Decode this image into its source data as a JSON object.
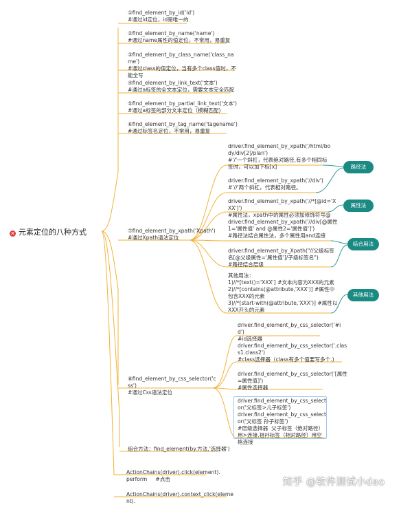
{
  "root": "元素定位的八种方式",
  "root_icon": "close-icon",
  "n1": "①find_element_by_id('id')\n#通过id定位，id是唯一的",
  "n2": "②find_element_by_name('name')\n#通过name属性的值定位，不常用，易重复",
  "n3": "③find_element_by_class_name('class_name')\n#通过class的值定位，当有多个class值时，不能全写",
  "n4": "④find_element_by_link_text('文本')\n#通过a标签的全文本定位，需要文本完全匹配",
  "n5": "⑤find_element_by_partial_link_text('文本')\n#通过a标签的部分文本定位（模糊匹配)",
  "n6": "⑥find_element_by_tag_name('tagename')\n#通过标签名定位，不常用，易重复",
  "n7": "⑦find_element_by_xpath('Xpath')\n#通过Xpath语法定位",
  "n8": "⑧find_element_by_css_selector('css')\n#通过Css语法定位",
  "combo": "组合方法：find_element(by.方法,'选择器')",
  "x1": "driver.find_element_by_xpath('/html/body/div[2]/plan')\n#'/'一个斜杠，代表绝对路径,有多个相同标签时，可以加下标[x]",
  "x2": "driver.find_element_by_xpath('//div')\n#'//'两个斜杠，代表相对路径。",
  "x3": "driver.find_element_by_xpath('//*[@id='XXX']')\n#属性法，xpath中的属性必须加修饰符号@",
  "x4": "driver.find_element_by_xpath('//div[@属性1='属性值' and @属性2='属性值']')\n#路径法结合属性法，多个属性用and连接",
  "x5": "driver.find_element_by_Xpath(\"//父级标签名[@父级属性='属性值']/子级标签名\")\n#路径结合层级",
  "x6": "其他用法：\n1)//*[text()='XXX'] #文本内容为XXX的元素\n2)//*[contains(@attribute,'XXX')] #属性中包含XXX的元素\n3)//*[start-with(@attribute,'XXX')] #属性以XXX开头的元素",
  "tags": [
    "路径法",
    "属性法",
    "结合用法",
    "其他用法"
  ],
  "c1": "driver.find_element_by_css_selector('#id')\n#id选择器",
  "c2": "driver.find_element_by_css_selector('.class1.class2')\n#class选择器（class有多个值要写多个.)",
  "c3": "driver.find_element_by_css_selector('[属性=属性值]')\n#属性选择器",
  "c4": "driver.find_element_by_css_selector('父标签>儿子标签')\ndriver.find_element_by_css_selector('父标签 孙子标签')\n#层级选择器  父子标签（绝对路径）用>连接,祖孙标签（相对路径）用空格连接",
  "a1": "ActionChains(driver).click(element).\nperform     #点击",
  "a2": "ActionChains(driver).context_click(element).",
  "watermark": "知乎 @软件测试小dao",
  "colors": {
    "line": "#f2b134",
    "tag": "#1a8a83",
    "teal_line": "#2a9a92",
    "root_icon": "#e03a3a"
  }
}
